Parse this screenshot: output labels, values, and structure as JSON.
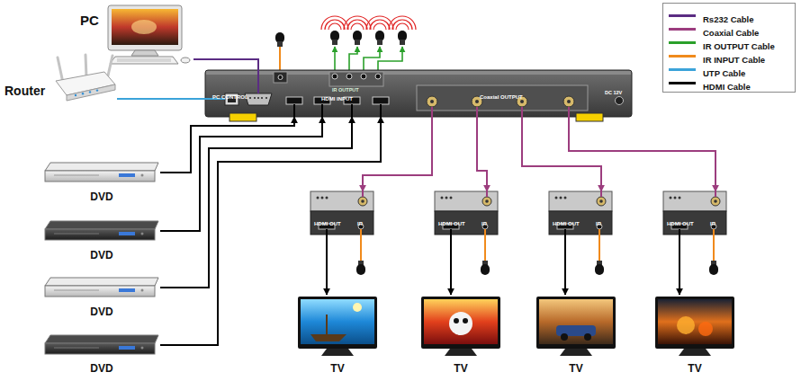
{
  "diagram": {
    "nodes": [
      {
        "text": [
          "PC"
        ]
      },
      {
        "text": [
          "Router"
        ]
      },
      {
        "text": [
          "PC CONTROL",
          "IR OUTPUT",
          "HDMI INPUT",
          "Coaxial OUTPUT",
          "DC 12V"
        ]
      },
      {
        "text": [
          "DVD"
        ]
      },
      {
        "text": [
          "DVD"
        ]
      },
      {
        "text": [
          "DVD"
        ]
      },
      {
        "text": [
          "DVD"
        ]
      },
      {
        "text": [
          "HDMI OUT",
          "IR"
        ]
      },
      {
        "text": [
          "HDMI OUT",
          "IR"
        ]
      },
      {
        "text": [
          "HDMI OUT",
          "IR"
        ]
      },
      {
        "text": [
          "HDMI OUT",
          "IR"
        ]
      },
      {
        "text": [
          "TV"
        ]
      },
      {
        "text": [
          "TV"
        ]
      },
      {
        "text": [
          "TV"
        ]
      },
      {
        "text": [
          "TV"
        ]
      }
    ],
    "edges": [
      {
        "from": 0,
        "to": 2,
        "arrow": "none"
      },
      {
        "from": 1,
        "to": 2,
        "arrow": "none"
      },
      {
        "from": 3,
        "to": 2,
        "arrow": "to"
      },
      {
        "from": 4,
        "to": 2,
        "arrow": "to"
      },
      {
        "from": 5,
        "to": 2,
        "arrow": "to"
      },
      {
        "from": 6,
        "to": 2,
        "arrow": "to"
      },
      {
        "from": 2,
        "to": 7,
        "arrow": "to"
      },
      {
        "from": 2,
        "to": 8,
        "arrow": "to"
      },
      {
        "from": 2,
        "to": 9,
        "arrow": "to"
      },
      {
        "from": 2,
        "to": 10,
        "arrow": "to"
      },
      {
        "from": 7,
        "to": 11,
        "arrow": "to"
      },
      {
        "from": 8,
        "to": 12,
        "arrow": "to"
      },
      {
        "from": 9,
        "to": 13,
        "arrow": "to"
      },
      {
        "from": 10,
        "to": 14,
        "arrow": "to"
      }
    ],
    "legend": [
      {
        "text": "Rs232 Cable",
        "color": "#5b2c83"
      },
      {
        "text": "Coaxial Cable",
        "color": "#9c3d7e"
      },
      {
        "text": "IR OUTPUT Cable",
        "color": "#2aa02a"
      },
      {
        "text": "IR INPUT Cable",
        "color": "#f08a1c"
      },
      {
        "text": "UTP Cable",
        "color": "#3ba3d9"
      },
      {
        "text": "HDMI Cable",
        "color": "#000000"
      }
    ]
  }
}
